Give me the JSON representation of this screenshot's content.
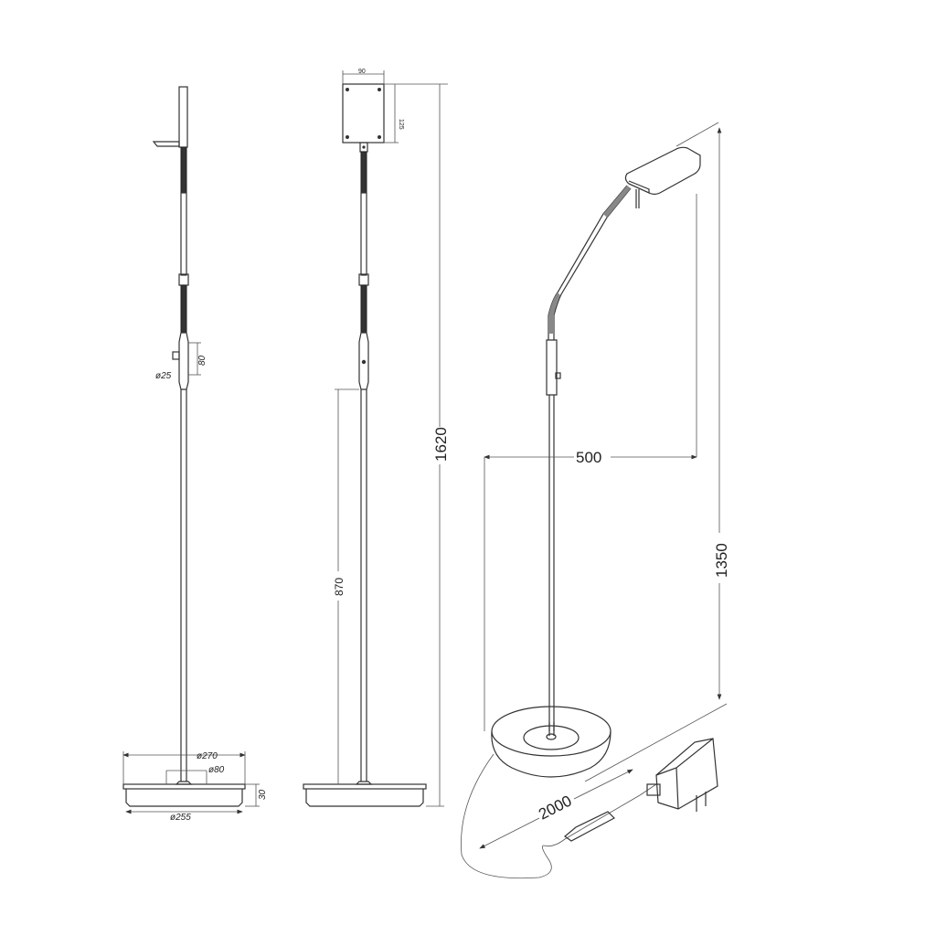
{
  "title": "Floor lamp dimension drawing",
  "colors": {
    "line": "#333333",
    "background": "#ffffff"
  },
  "side_view": {
    "switch_height": "80",
    "switch_diameter": "ø25",
    "base_top_diameter": "ø270",
    "stem_base_diameter": "ø80",
    "base_bottom_diameter": "ø255",
    "base_height": "30"
  },
  "front_view": {
    "head_width": "90",
    "head_height": "125",
    "total_height": "1620",
    "switch_height_from_floor": "870"
  },
  "perspective_view": {
    "reach": "500",
    "head_height": "1350",
    "cable_length": "2000"
  }
}
